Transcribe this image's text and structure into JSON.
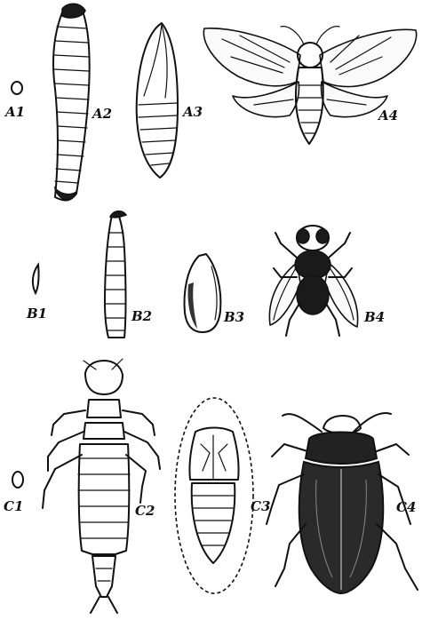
{
  "stages": [
    {
      "row": "A",
      "labels": [
        "A1",
        "A2",
        "A3",
        "A4"
      ]
    },
    {
      "row": "B",
      "labels": [
        "B1",
        "B2",
        "B3",
        "B4"
      ]
    },
    {
      "row": "C",
      "labels": [
        "C1",
        "C2",
        "C3",
        "C4"
      ]
    }
  ]
}
